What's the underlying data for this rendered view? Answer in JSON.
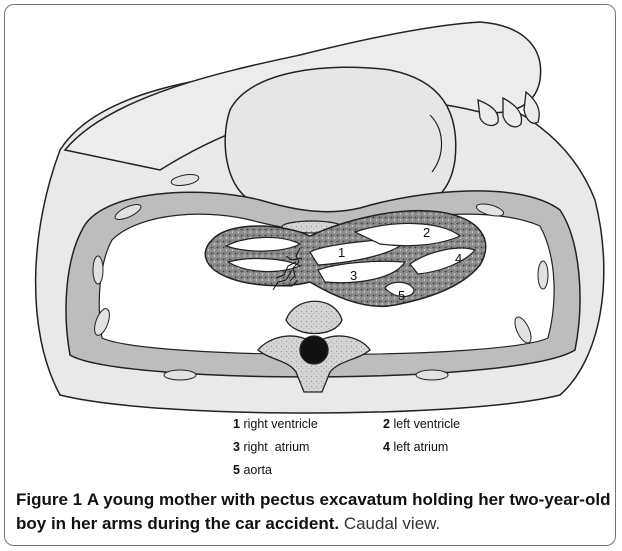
{
  "figure": {
    "label": "Figure 1",
    "title": "A young mother with pectus excavatum holding her two-year-old boy in her arms during the car accident.",
    "view": "Caudal view."
  },
  "diagram_labels": [
    "1",
    "2",
    "3",
    "4",
    "5"
  ],
  "legend": [
    {
      "num": "1",
      "text": "right ventricle"
    },
    {
      "num": "2",
      "text": "left ventricle"
    },
    {
      "num": "3",
      "text": "right  atrium"
    },
    {
      "num": "4",
      "text": "left atrium"
    },
    {
      "num": "5",
      "text": "aorta"
    }
  ],
  "colors": {
    "skin": "#e8e8e8",
    "chest_wall": "#bdbdbd",
    "myocardium": "#9a9a9a",
    "outline": "#222222"
  }
}
